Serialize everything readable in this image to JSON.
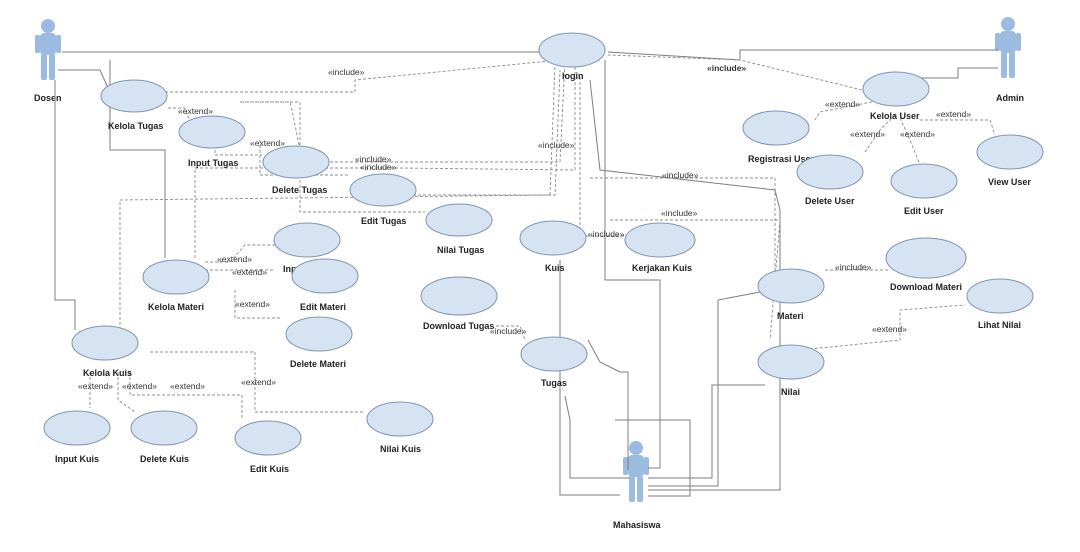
{
  "actors": {
    "dosen": "Dosen",
    "admin": "Admin",
    "mahasiswa": "Mahasiswa"
  },
  "use_cases": {
    "login": "login",
    "kelola_tugas": "Kelola Tugas",
    "input_tugas": "Input Tugas",
    "delete_tugas": "Delete Tugas",
    "edit_tugas": "Edit Tugas",
    "nilai_tugas": "Nilai Tugas",
    "kelola_materi": "Kelola Materi",
    "input_materi": "Input Materi",
    "edit_materi": "Edit Materi",
    "delete_materi": "Delete Materi",
    "kelola_kuis": "Kelola Kuis",
    "input_kuis": "Input Kuis",
    "delete_kuis": "Delete Kuis",
    "edit_kuis": "Edit Kuis",
    "nilai_kuis": "Nilai Kuis",
    "kelola_user": "Kelola User",
    "registrasi_user": "Registrasi User",
    "delete_user": "Delete User",
    "edit_user": "Edit User",
    "view_user": "View User",
    "kuis": "Kuis",
    "kerjakan_kuis": "Kerjakan Kuis",
    "download_tugas": "Download Tugas",
    "tugas": "Tugas",
    "materi": "Materi",
    "download_materi": "Download Materi",
    "nilai": "Nilai",
    "lihat_nilai": "Lihat Nilai"
  },
  "relations": {
    "include": "«include»",
    "extend": "«extend»",
    "include_bold": "«include»"
  },
  "colors": {
    "use_case_fill": "#d6e3f2",
    "use_case_stroke": "#7f93ad",
    "actor": "#9bbbe0"
  }
}
